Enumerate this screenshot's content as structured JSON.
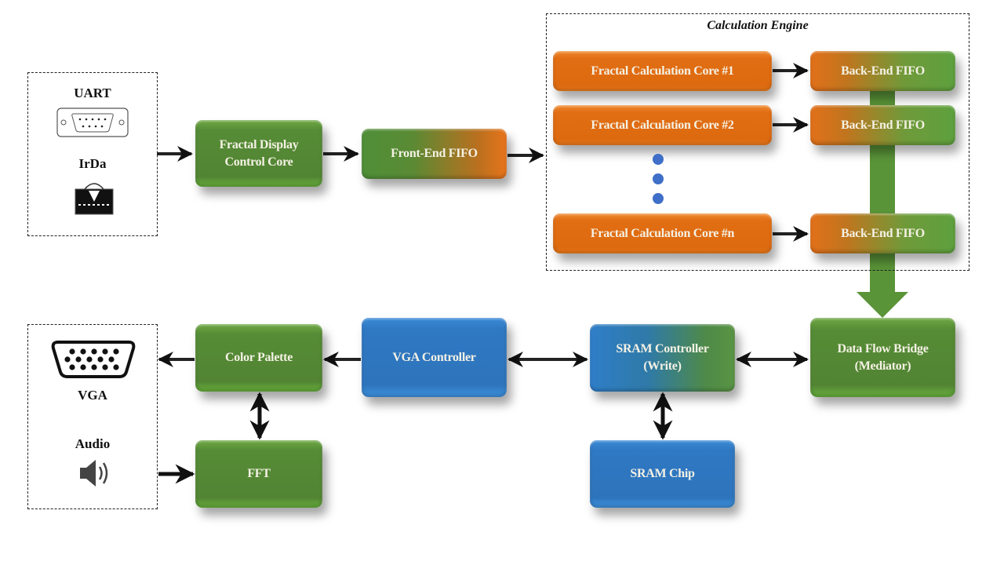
{
  "io_input_box": {
    "uart_label": "UART",
    "irda_label": "IrDa"
  },
  "io_output_box": {
    "vga_label": "VGA",
    "audio_label": "Audio"
  },
  "calculation_engine": {
    "title": "Calculation Engine",
    "cores": [
      {
        "label": "Fractal Calculation Core #1",
        "fifo": "Back-End FIFO"
      },
      {
        "label": "Fractal Calculation Core #2",
        "fifo": "Back-End FIFO"
      },
      {
        "label": "Fractal Calculation Core #n",
        "fifo": "Back-End FIFO"
      }
    ]
  },
  "blocks": {
    "display_control": "Fractal Display Control Core",
    "front_end_fifo": "Front-End FIFO",
    "data_flow_bridge_line1": "Data Flow Bridge",
    "data_flow_bridge_line2": "(Mediator)",
    "sram_controller_line1": "SRAM Controller",
    "sram_controller_line2": "(Write)",
    "sram_chip": "SRAM Chip",
    "vga_controller": "VGA Controller",
    "color_palette": "Color Palette",
    "fft": "FFT"
  },
  "colors": {
    "green": "#568c36",
    "orange": "#e26e14",
    "blue": "#2f78c2",
    "ellipsis_dot": "#3f6fc8"
  }
}
